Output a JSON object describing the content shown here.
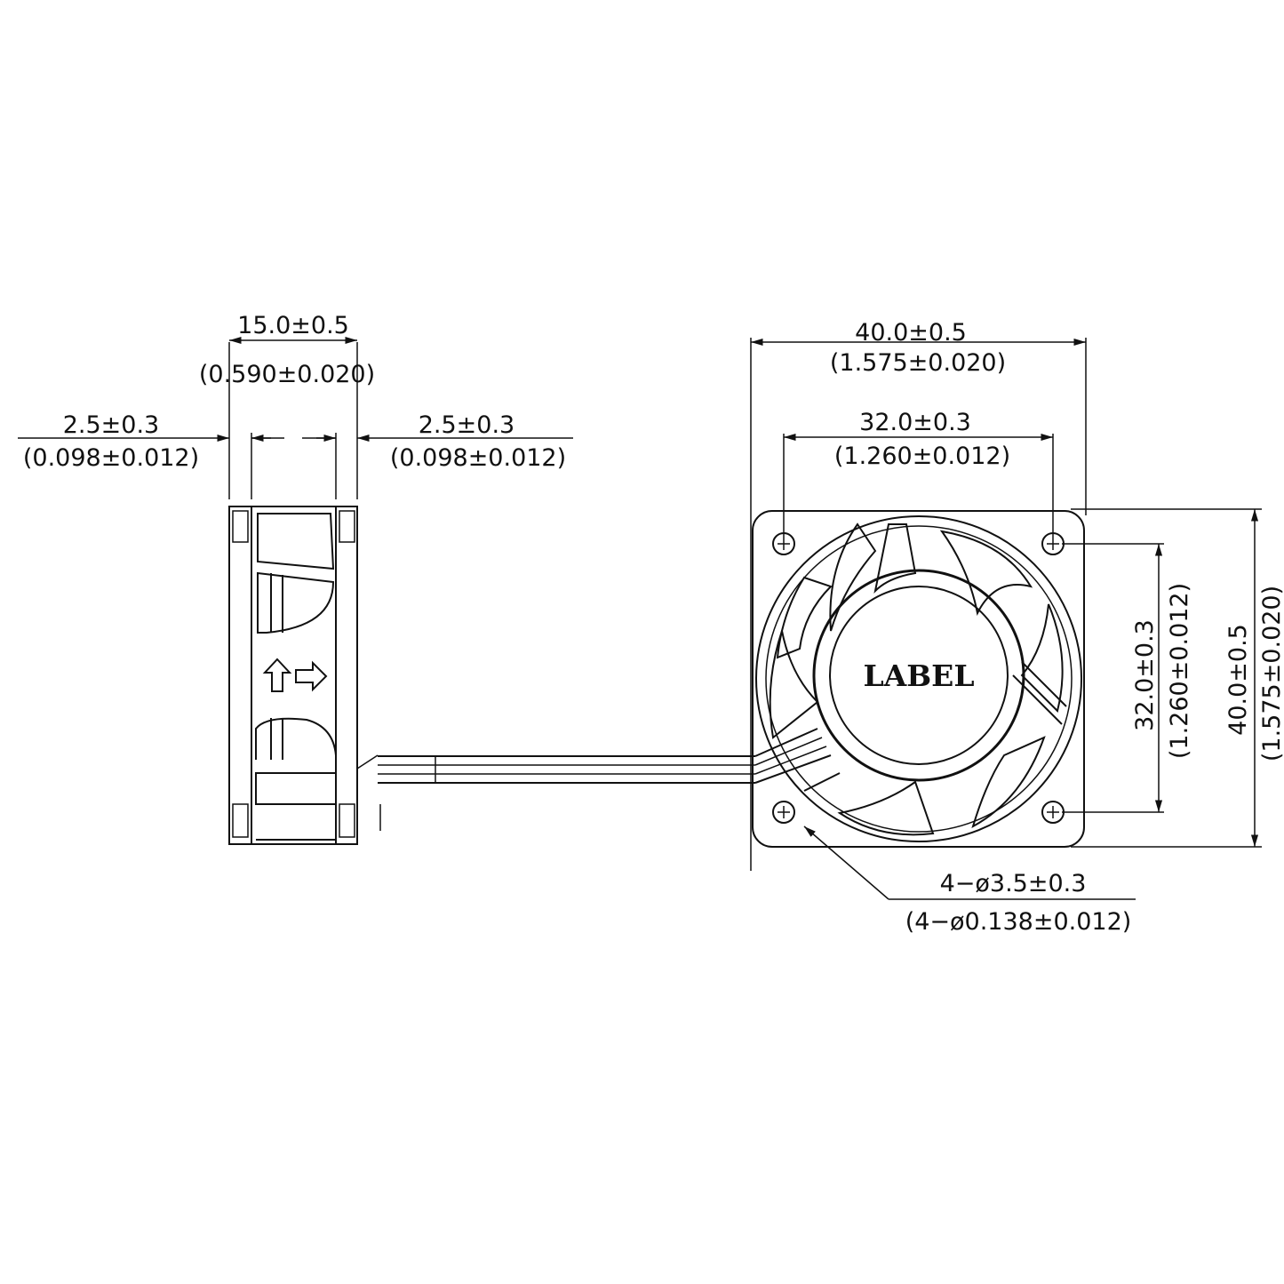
{
  "side_view": {
    "width_dim": "15.0±0.5",
    "width_dim_inch": "(0.590±0.020)",
    "left_flange_dim": "2.5±0.3",
    "left_flange_dim_inch": "(0.098±0.012)",
    "right_flange_dim": "2.5±0.3",
    "right_flange_dim_inch": "(0.098±0.012)",
    "airflow_icon": "up-arrow-icon",
    "rotation_icon": "right-arrow-icon"
  },
  "front_view": {
    "overall_width_dim": "40.0±0.5",
    "overall_width_dim_inch": "(1.575±0.020)",
    "hole_spacing_dim": "32.0±0.3",
    "hole_spacing_dim_inch": "(1.260±0.012)",
    "hole_spacing_v_dim": "32.0±0.3",
    "hole_spacing_v_dim_inch": "(1.260±0.012)",
    "overall_height_dim": "40.0±0.5",
    "overall_height_dim_inch": "(1.575±0.020)",
    "hub_label": "LABEL",
    "hole_dim": "4−ø3.5±0.3",
    "hole_dim_inch": "(4−ø0.138±0.012)"
  },
  "colors": {
    "ink": "#111111",
    "paper": "#ffffff"
  }
}
